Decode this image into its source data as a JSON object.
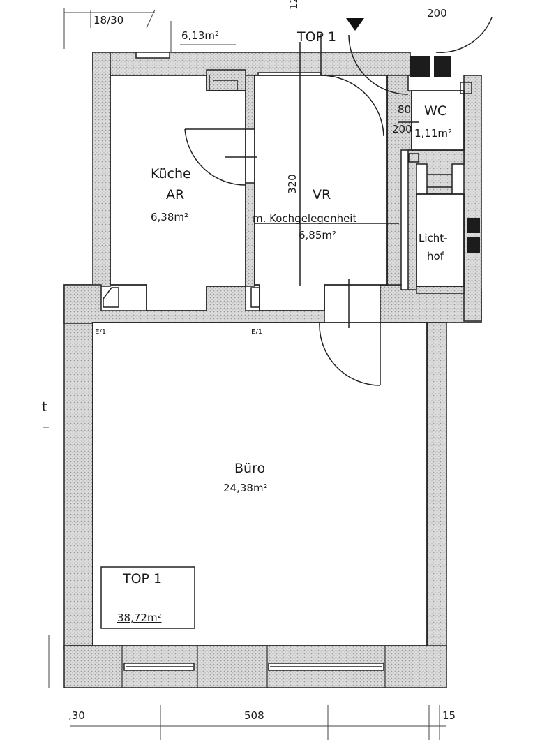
{
  "rooms": {
    "kueche": {
      "name": "Küche",
      "sub": "AR",
      "area": "6,38m²"
    },
    "vr": {
      "name": "VR",
      "sub": "m. Kochgelegenheit",
      "area": "6,85m²"
    },
    "wc": {
      "name": "WC",
      "area": "1,11m²"
    },
    "lichthof": {
      "line1": "Licht-",
      "line2": "hof"
    },
    "buero": {
      "name": "Büro",
      "area": "24,38m²"
    }
  },
  "unit": {
    "top_header": "TOP 1",
    "box_title": "TOP 1",
    "box_area": "38,72m²"
  },
  "misc": {
    "window_area": "6,13m²",
    "e1_left": "E/1",
    "e1_right": "E/1",
    "edge_t": "t"
  },
  "dimensions": {
    "top_left": "18/30",
    "top_mark": "12",
    "top_right": "200",
    "vr_height": "320",
    "wc_width": "80",
    "wc_height": "200",
    "bottom_left": ",30",
    "bottom_mid": "508",
    "bottom_right": "15"
  }
}
